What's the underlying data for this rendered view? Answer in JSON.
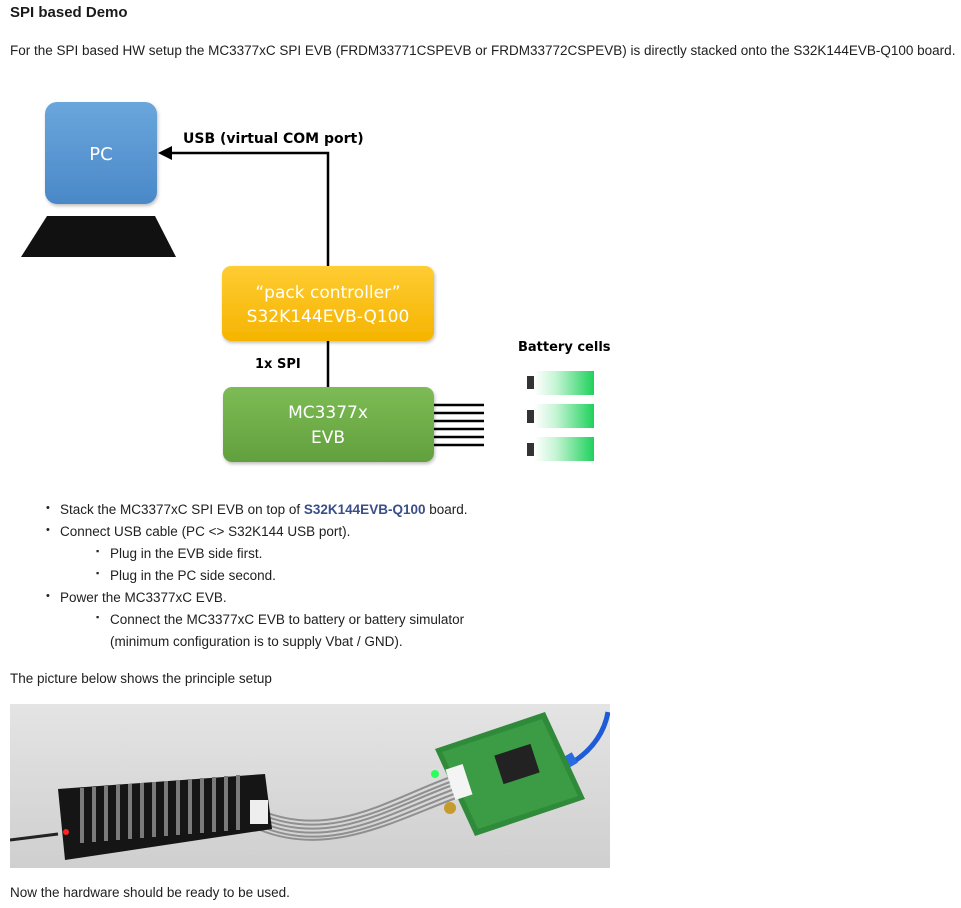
{
  "heading": "SPI based Demo",
  "intro": "For the SPI based HW setup the MC3377xC SPI EVB (FRDM33771CSPEVB or FRDM33772CSPEVB) is directly stacked onto the S32K144EVB-Q100 board.",
  "diagram": {
    "pc_label": "PC",
    "usb_label": "USB (virtual COM port)",
    "pack_line1": "“pack controller”",
    "pack_line2": "S32K144EVB-Q100",
    "spi_label": "1x SPI",
    "evb_line1": "MC3377x",
    "evb_line2": "EVB",
    "battery_label": "Battery cells",
    "colors": {
      "pc": "#5b9bd5",
      "pack": "#ffc000",
      "evb": "#70ad47",
      "cell": "#2ecc71"
    }
  },
  "list": {
    "item1_pre": "Stack the MC3377xC SPI EVB on top of ",
    "item1_link": "S32K144EVB-Q100",
    "item1_post": " board.",
    "item2": "Connect USB cable (PC <> S32K144 USB port).",
    "item2_sub1": "Plug in the EVB side first.",
    "item2_sub2": "Plug in the PC side second.",
    "item3": "Power the MC3377xC EVB.",
    "item3_sub1_line1": "Connect the MC3377xC EVB to battery or battery simulator",
    "item3_sub1_line2": "(minimum configuration is to supply Vbat / GND)."
  },
  "photo_caption": "The picture below shows the principle setup",
  "closing": "Now the hardware should be ready to be used."
}
